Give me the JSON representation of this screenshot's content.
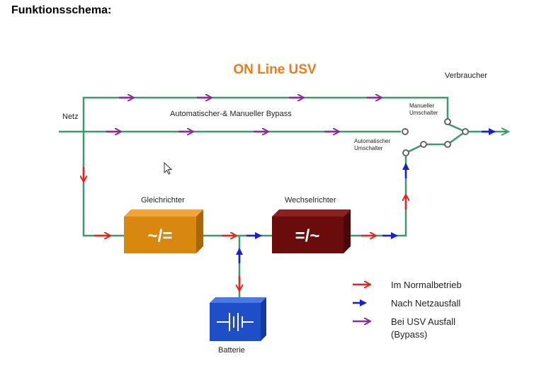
{
  "heading": "Funktionsschema:",
  "diagram": {
    "title": "ON Line USV",
    "labels": {
      "netz": "Netz",
      "verbraucher": "Verbraucher",
      "bypass": "Automatischer-& Manueller Bypass",
      "manueller_umschalter_1": "Manueller",
      "manueller_umschalter_2": "Umschalter",
      "automatischer_umschalter_1": "Automatischer",
      "automatischer_umschalter_2": "Umschalter",
      "gleichrichter": "Gleichrichter",
      "wechselrichter": "Wechselrichter",
      "batterie": "Batterie"
    },
    "boxes": {
      "gleichrichter_symbol": "~/=",
      "wechselrichter_symbol": "=/~"
    },
    "legend": [
      {
        "color": "#e8231c",
        "label": "Im Normalbetrieb"
      },
      {
        "color": "#1a1adc",
        "label": "Nach Netzausfall"
      },
      {
        "color": "#8e2a9a",
        "label": "Bei USV Ausfall",
        "label2": "(Bypass)"
      }
    ],
    "colors": {
      "line": "#3a9a6a",
      "title": "#f07a1a",
      "normal": "#e8231c",
      "netzausfall": "#1a1adc",
      "bypass": "#8e2a9a",
      "gleichrichter": "#d9880f",
      "wechselrichter": "#6a0c0c",
      "batterie": "#1f4fc8"
    }
  }
}
